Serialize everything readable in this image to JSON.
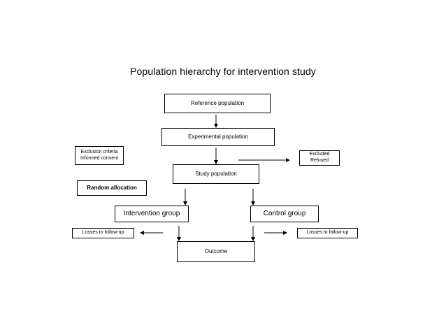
{
  "title": "Population hierarchy for intervention study",
  "boxes": {
    "reference": "Reference population",
    "experimental": "Experimental population",
    "study": "Study population",
    "intervention": "Intervention group",
    "control": "Control group",
    "outcome": "Outcome"
  },
  "side_notes": {
    "criteria_line1": "Exclusion criteria",
    "criteria_line2": "Informed consent",
    "excluded_line1": "Excluded",
    "excluded_line2": "Refused",
    "random_allocation": "Random allocation",
    "losses_left": "Losses to follow-up",
    "losses_right": "Losses to follow-up"
  }
}
